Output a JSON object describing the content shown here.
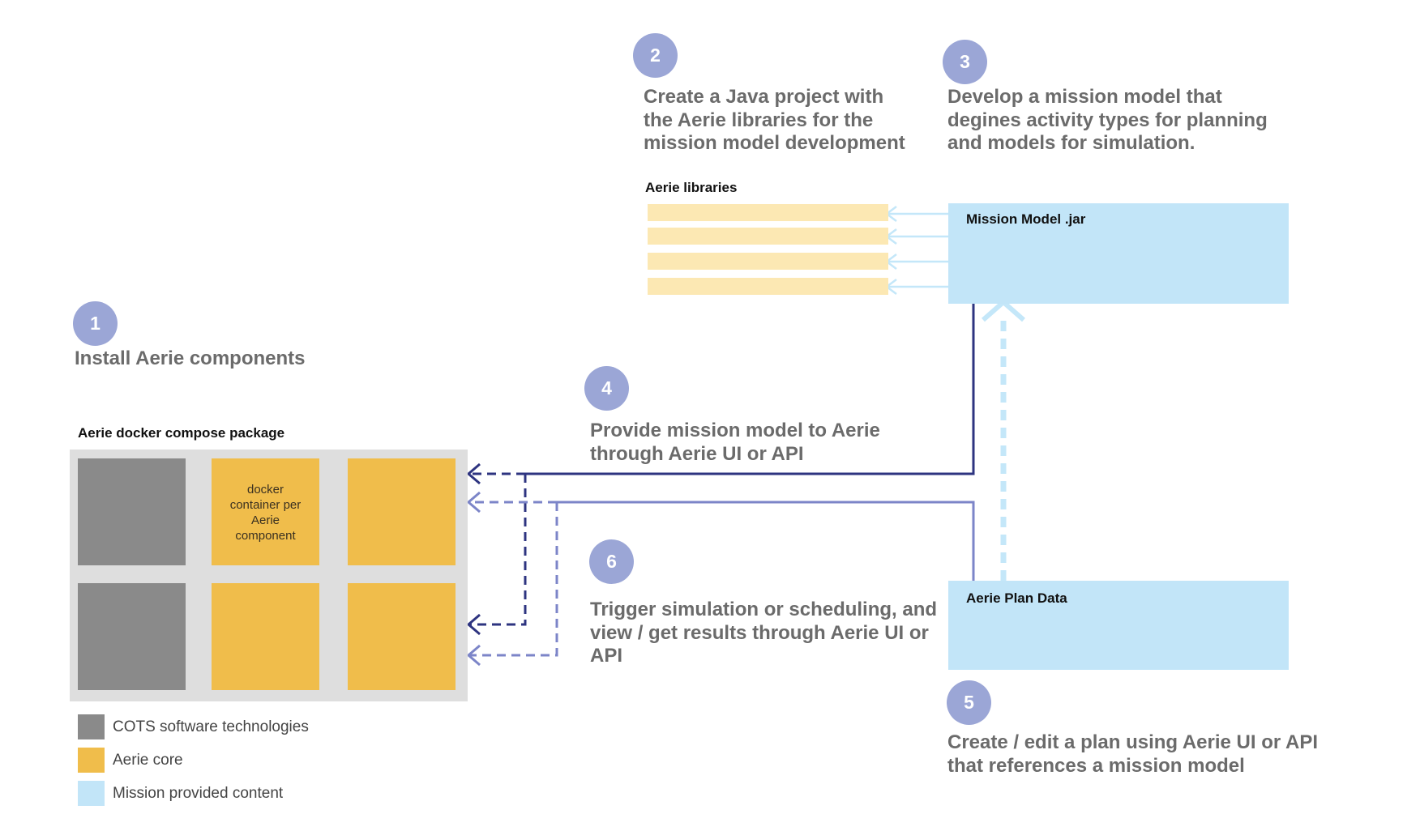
{
  "steps": [
    {
      "number": "1",
      "lines": [
        "Install Aerie components"
      ]
    },
    {
      "number": "2",
      "lines": [
        "Create a Java project with",
        "the Aerie libraries for the",
        "mission model development"
      ]
    },
    {
      "number": "3",
      "lines": [
        "Develop a mission model that",
        "degines activity types for planning",
        "and models for simulation."
      ]
    },
    {
      "number": "4",
      "lines": [
        "Provide mission model to Aerie",
        "through Aerie UI or API"
      ]
    },
    {
      "number": "5",
      "lines": [
        "Create / edit a plan using Aerie UI or API",
        "that references a mission model"
      ]
    },
    {
      "number": "6",
      "lines": [
        "Trigger simulation or scheduling, and",
        "view / get results through Aerie UI or",
        "API"
      ]
    }
  ],
  "labels": {
    "aerie_libraries": "Aerie libraries",
    "package_title": "Aerie docker compose package",
    "mission_model_jar": "Mission Model .jar",
    "plan_data": "Aerie Plan Data",
    "tile_text": [
      "docker",
      "container per",
      "Aerie",
      "component"
    ]
  },
  "legend": [
    {
      "label": "COTS software technologies",
      "color": "#8a8a8a"
    },
    {
      "label": "Aerie core",
      "color": "#f0bd4b"
    },
    {
      "label": "Mission provided content",
      "color": "#c2e5f8"
    }
  ],
  "colors": {
    "badge": "#9ba6d6",
    "step_text": "#6b6b6b",
    "cots": "#8a8a8a",
    "aerie_core": "#f0bd4b",
    "mission_content": "#c2e5f8",
    "library_bar": "#fce8b3",
    "package_bg": "#dedede",
    "arrow_dark": "#2e3480",
    "arrow_medium": "#7c85c8",
    "arrow_light": "#c4e7f9"
  }
}
